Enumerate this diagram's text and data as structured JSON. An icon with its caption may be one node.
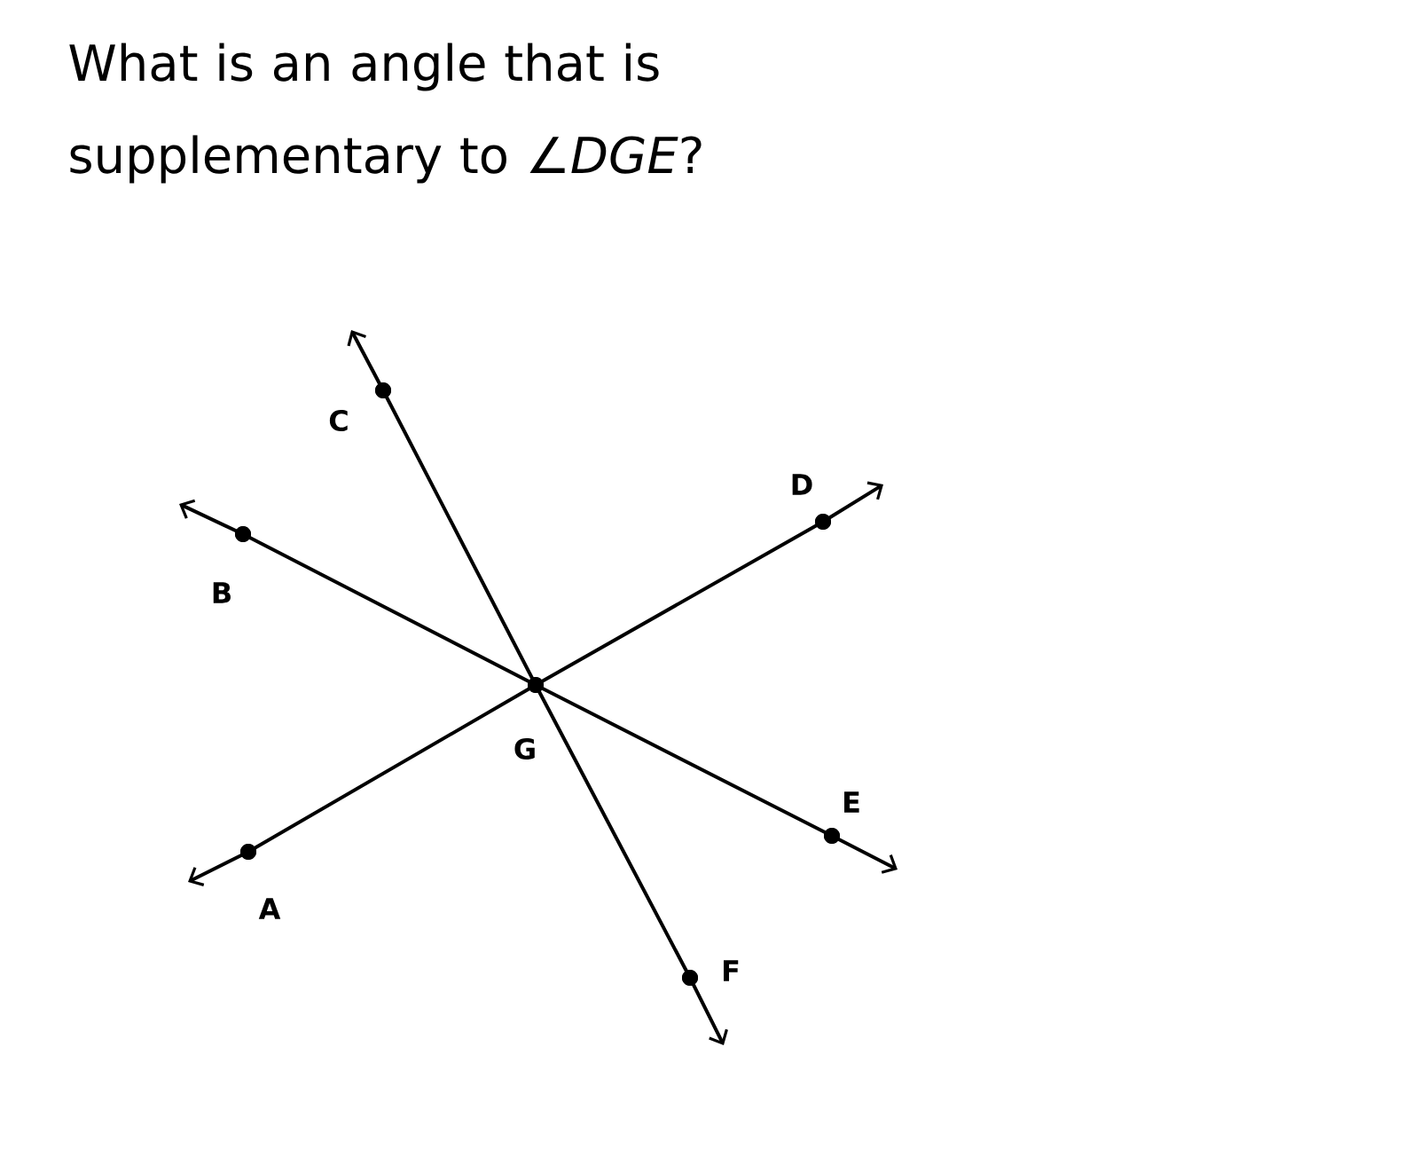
{
  "diagram": {
    "title": "What is an angle that is supplementary to *∠DGE*?",
    "nodes": [
      {
        "text": [
          "A"
        ]
      },
      {
        "text": [
          "B"
        ]
      },
      {
        "text": [
          "C"
        ]
      },
      {
        "text": [
          "D"
        ]
      },
      {
        "text": [
          "E"
        ]
      },
      {
        "text": [
          "F"
        ]
      },
      {
        "text": [
          "G"
        ]
      }
    ],
    "edges": [
      {
        "from": 6,
        "to": 0,
        "arrow": "to"
      },
      {
        "from": 6,
        "to": 1,
        "arrow": "to"
      },
      {
        "from": 6,
        "to": 2,
        "arrow": "to"
      },
      {
        "from": 6,
        "to": 3,
        "arrow": "to"
      },
      {
        "from": 6,
        "to": 4,
        "arrow": "to"
      },
      {
        "from": 6,
        "to": 5,
        "arrow": "to"
      }
    ]
  }
}
